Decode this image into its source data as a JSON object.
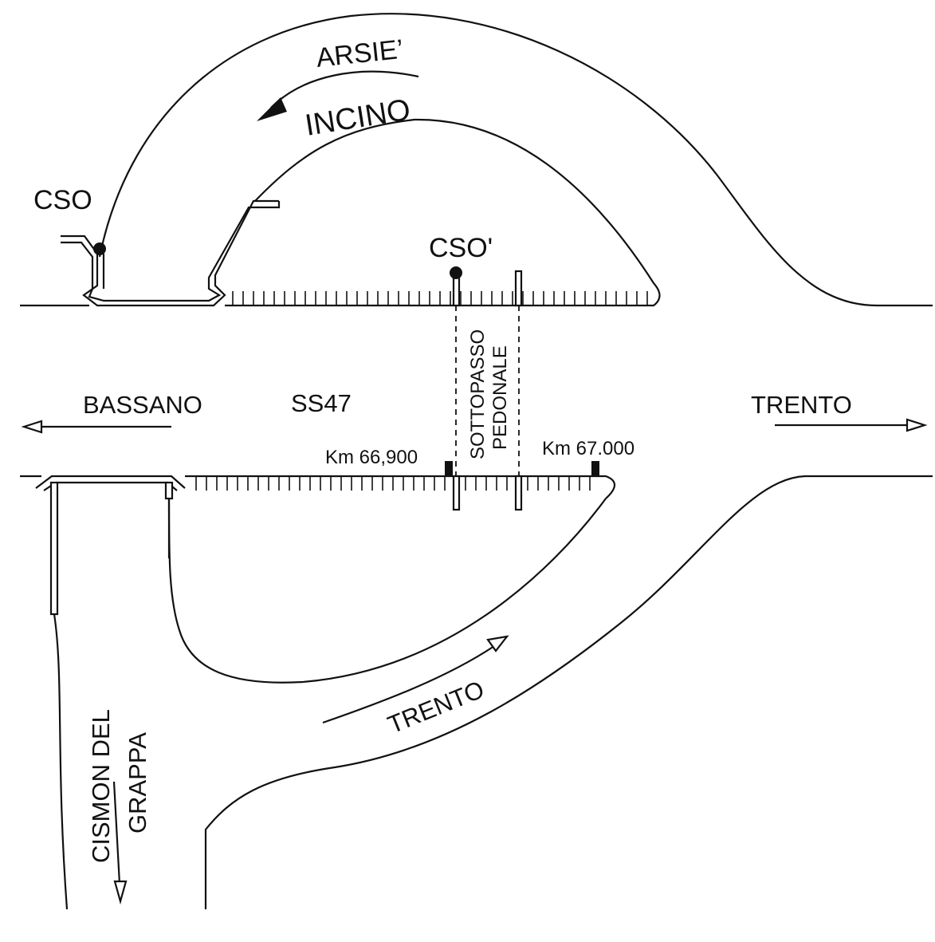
{
  "labels": {
    "arsie": "ARSIE’",
    "incino": "INCINO",
    "cso_left": "CSO",
    "cso_right": "CSO'",
    "bassano": "BASSANO",
    "ss47": "SS47",
    "trento_right": "TRENTO",
    "trento_ramp": "TRENTO",
    "sottopasso": "SOTTOPASSO",
    "pedonale": "PEDONALE",
    "km_a": "Km 66,900",
    "km_b": "Km 67.000",
    "cismon_1": "CISMON DEL",
    "cismon_2": "GRAPPA"
  },
  "colors": {
    "ink": "#111111",
    "background": "#ffffff"
  }
}
